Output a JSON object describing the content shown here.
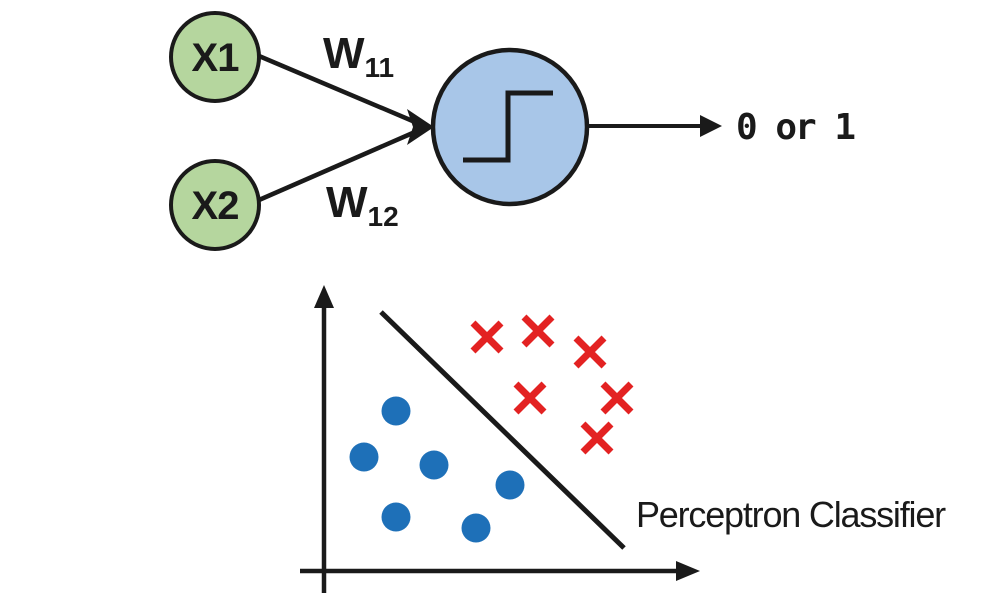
{
  "diagram_title": "Perceptron Classifier diagram",
  "colors": {
    "input_node_fill": "#b5d69e",
    "neuron_fill": "#a8c6e8",
    "dot_fill": "#1e70b8",
    "cross_stroke": "#e32222",
    "line_ink": "#1a1a1a"
  },
  "network": {
    "inputs": [
      {
        "label": "X1"
      },
      {
        "label": "X2"
      }
    ],
    "weights": [
      {
        "base": "W",
        "sub": "11"
      },
      {
        "base": "W",
        "sub": "12"
      }
    ],
    "activation_icon": "step-function-icon",
    "output_label": "0 or 1"
  },
  "scatter": {
    "caption": "Perceptron Classifier",
    "point_radius": 14.5,
    "cross_half_size": 14,
    "cross_stroke_width": 7,
    "blue_points": [
      [
        396,
        411
      ],
      [
        364,
        457
      ],
      [
        434,
        465
      ],
      [
        510,
        485
      ],
      [
        396,
        517
      ],
      [
        476,
        528
      ]
    ],
    "red_points": [
      [
        487,
        337
      ],
      [
        538,
        331
      ],
      [
        590,
        352
      ],
      [
        530,
        398
      ],
      [
        617,
        398
      ],
      [
        597,
        438
      ]
    ],
    "boundary_line": [
      [
        381,
        312
      ],
      [
        624,
        548
      ]
    ]
  }
}
